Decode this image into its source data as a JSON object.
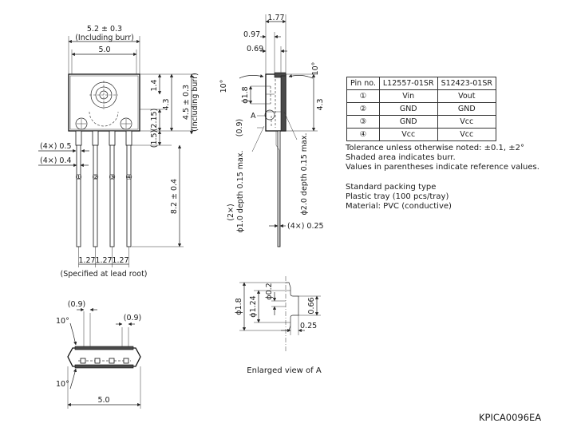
{
  "front": {
    "dim_width_burr": "5.2 ± 0.3",
    "dim_width_burr_note": "(Including burr)",
    "dim_width": "5.0",
    "dim_h14": "1.4",
    "dim_h43": "4.3",
    "dim_h45": "4.5 ± 0.3",
    "dim_h45_note": "(Including burr)",
    "dim_h215": "(2.15)",
    "dim_h15": "(1.5)",
    "dim_lead_w05": "(4×) 0.5",
    "dim_lead_w04": "(4×) 0.4",
    "dim_lead_len": "8.2 ± 0.4",
    "pin_labels": [
      "①",
      "②",
      "③",
      "④"
    ],
    "dim_pitch": [
      "1.27",
      "1.27",
      "1.27"
    ],
    "pitch_note": "(Specified at lead root)"
  },
  "side": {
    "dim_177": "1.77",
    "dim_097": "0.97",
    "dim_069": "0.69",
    "angle_left": "10°",
    "angle_right": "10°",
    "dim_phi18": "ϕ1.8",
    "dim_43": "4.3",
    "callout_a": "A",
    "dim_09": "(0.9)",
    "hole1": "(2×)",
    "hole1b": "ϕ1.0 depth 0.15 max.",
    "hole2": "ϕ2.0 depth 0.15 max.",
    "dim_lead_thk": "(4×) 0.25"
  },
  "bottom": {
    "dim_09a": "(0.9)",
    "dim_09b": "(0.9)",
    "angle_a": "10°",
    "angle_b": "10°",
    "dim_width": "5.0"
  },
  "enlarged": {
    "dim_phi18": "ϕ1.8",
    "dim_phi124": "ϕ1.24",
    "dim_phi02": "ϕ0.2",
    "dim_066": "0.66",
    "dim_025": "0.25",
    "caption": "Enlarged view of A"
  },
  "pin_table": {
    "headers": [
      "Pin no.",
      "L12557-01SR",
      "S12423-01SR"
    ],
    "rows": [
      [
        "①",
        "Vin",
        "Vout"
      ],
      [
        "②",
        "GND",
        "GND"
      ],
      [
        "③",
        "GND",
        "Vcc"
      ],
      [
        "④",
        "Vcc",
        "Vcc"
      ]
    ]
  },
  "notes": {
    "tolerance": "Tolerance unless otherwise noted: ±0.1, ±2°",
    "shaded": "Shaded area indicates burr.",
    "parens": "Values in parentheses indicate reference values.",
    "packing_title": "Standard packing type",
    "packing_tray": "Plastic tray (100 pcs/tray)",
    "packing_material": "Material: PVC (conductive)"
  },
  "doc_id": "KPICA0096EA"
}
